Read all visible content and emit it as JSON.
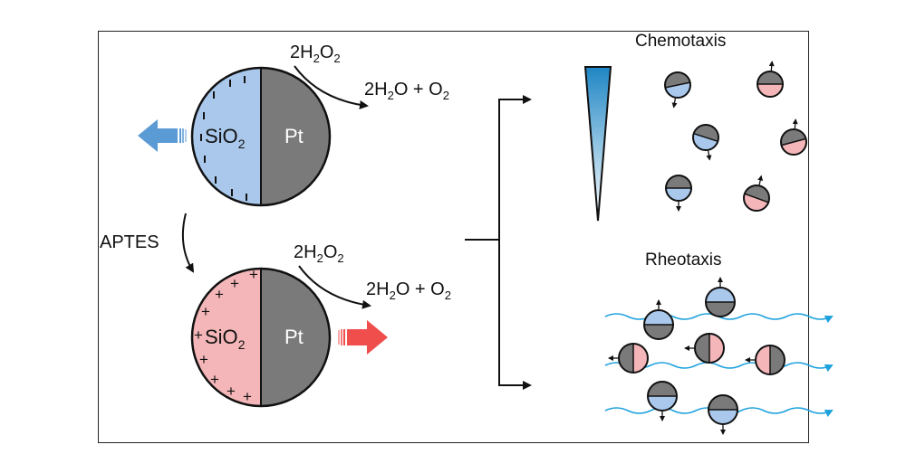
{
  "colors": {
    "silica": "#a9c8ec",
    "silica_positive": "#f4b6b8",
    "platinum": "#7a7a7a",
    "blue_arrow": "#5b9bd5",
    "red_arrow": "#f04d4d",
    "gradient_top": "#1f86c4",
    "gradient_bottom": "#ffffff",
    "flow_line": "#1da1dd"
  },
  "top_particle": {
    "label_main": "SiO",
    "label_sub": "2",
    "metal_label": "Pt",
    "surface_charge": "negative",
    "motion": "left"
  },
  "bottom_particle": {
    "label_main": "SiO",
    "label_sub": "2",
    "metal_label": "Pt",
    "charge_sign": "+",
    "surface_charge": "positive",
    "motion": "right"
  },
  "reaction_top": {
    "reactant": {
      "coef": "2",
      "a": "H",
      "a_sub": "2",
      "b": "O",
      "b_sub": "2"
    },
    "product": {
      "coef": "2",
      "a": "H",
      "a_sub": "2",
      "b": "O + O",
      "b_sub": "2"
    }
  },
  "reaction_bottom": {
    "reactant": {
      "coef": "2",
      "a": "H",
      "a_sub": "2",
      "b": "O",
      "b_sub": "2"
    },
    "product": {
      "coef": "2",
      "a": "H",
      "a_sub": "2",
      "b": "O + O",
      "b_sub": "2"
    }
  },
  "modification_label": "APTES",
  "chemotaxis": {
    "title": "Chemotaxis",
    "gradient_icon": "concentration-gradient-wedge"
  },
  "rheotaxis": {
    "title": "Rheotaxis",
    "flow_icon": "flow-streamline"
  }
}
